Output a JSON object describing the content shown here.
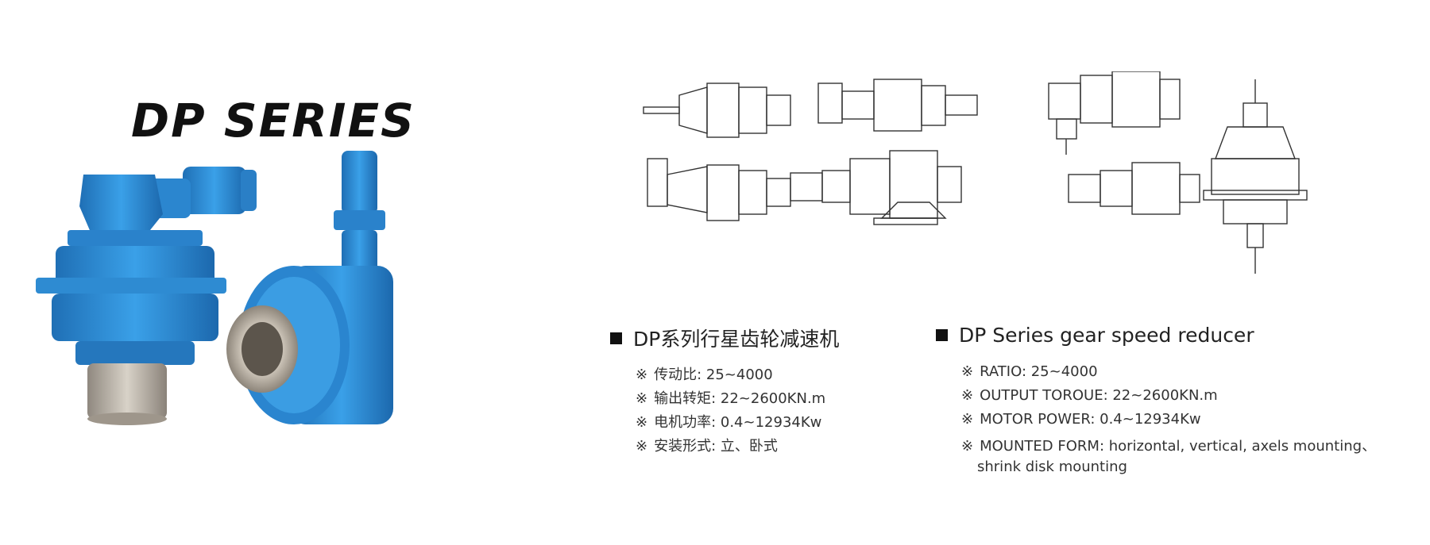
{
  "title": "DP SERIES",
  "chinese": {
    "heading": "DP系列行星齿轮减速机",
    "specs": [
      "传动比: 25~4000",
      "输出转矩: 22~2600KN.m",
      "电机功率: 0.4~12934Kw",
      "安装形式: 立、卧式"
    ]
  },
  "english": {
    "heading": "DP Series gear speed reducer",
    "specs": [
      "RATIO: 25~4000",
      "OUTPUT TOROUE: 22~2600KN.m",
      "MOTOR POWER: 0.4~12934Kw",
      "MOUNTED FORM: horizontal, vertical, axels mounting、",
      "shrink disk mounting"
    ]
  },
  "bullet_mark": "※",
  "colors": {
    "product_blue": "#2f8fd6",
    "steel": "#b9b0a4",
    "line": "#333333"
  }
}
